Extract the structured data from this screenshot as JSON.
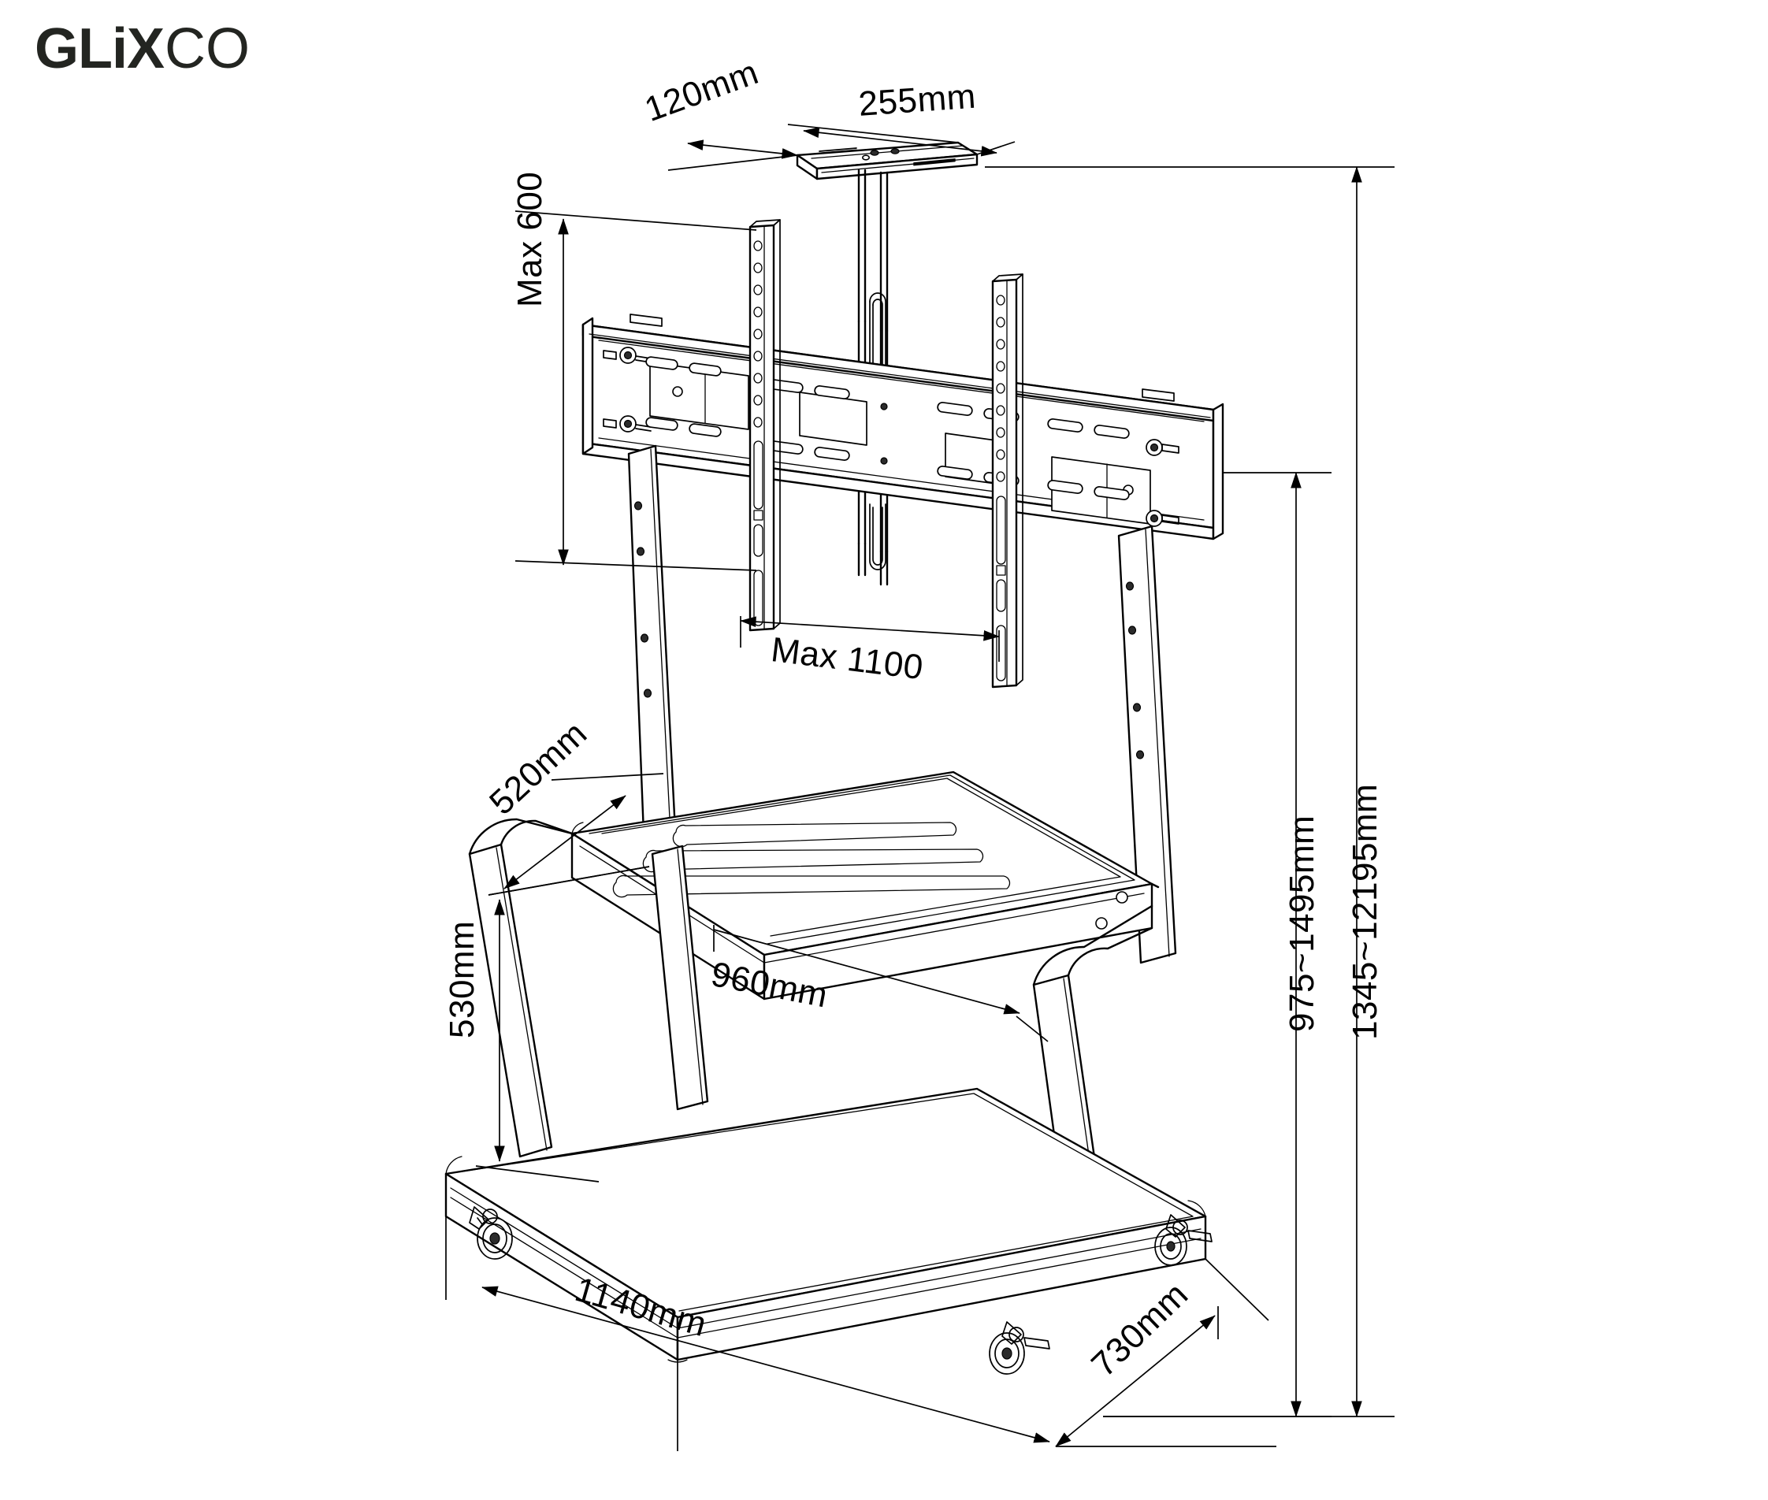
{
  "brand": {
    "name_bold": "GLiX",
    "name_light": "CO"
  },
  "drawing": {
    "title": "TV trolley cart dimension drawing",
    "type": "technical-dimension-drawing",
    "line_color": "#000000",
    "background_color": "#ffffff",
    "units": "mm"
  },
  "dimensions": {
    "camera_shelf_depth": "120mm",
    "camera_shelf_width": "255mm",
    "mount_vesa_height": "Max 600",
    "mount_vesa_width": "Max 1100",
    "tray_depth": "520mm",
    "tray_height_from_base": "530mm",
    "tray_width": "960mm",
    "base_width": "1140mm",
    "base_depth": "730mm",
    "screen_center_height_range": "975~1495mm",
    "overall_height_range": "1345~12195mm"
  },
  "labels": [
    {
      "id": "d120",
      "text": "120mm"
    },
    {
      "id": "d255",
      "text": "255mm"
    },
    {
      "id": "dmax600",
      "text": "Max 600"
    },
    {
      "id": "dmax1100",
      "text": "Max 1100"
    },
    {
      "id": "d520",
      "text": "520mm"
    },
    {
      "id": "d530",
      "text": "530mm"
    },
    {
      "id": "d960",
      "text": "960mm"
    },
    {
      "id": "d1140",
      "text": "1140mm"
    },
    {
      "id": "d730",
      "text": "730mm"
    },
    {
      "id": "d975",
      "text": "975~1495mm"
    },
    {
      "id": "d1345",
      "text": "1345~12195mm"
    }
  ]
}
